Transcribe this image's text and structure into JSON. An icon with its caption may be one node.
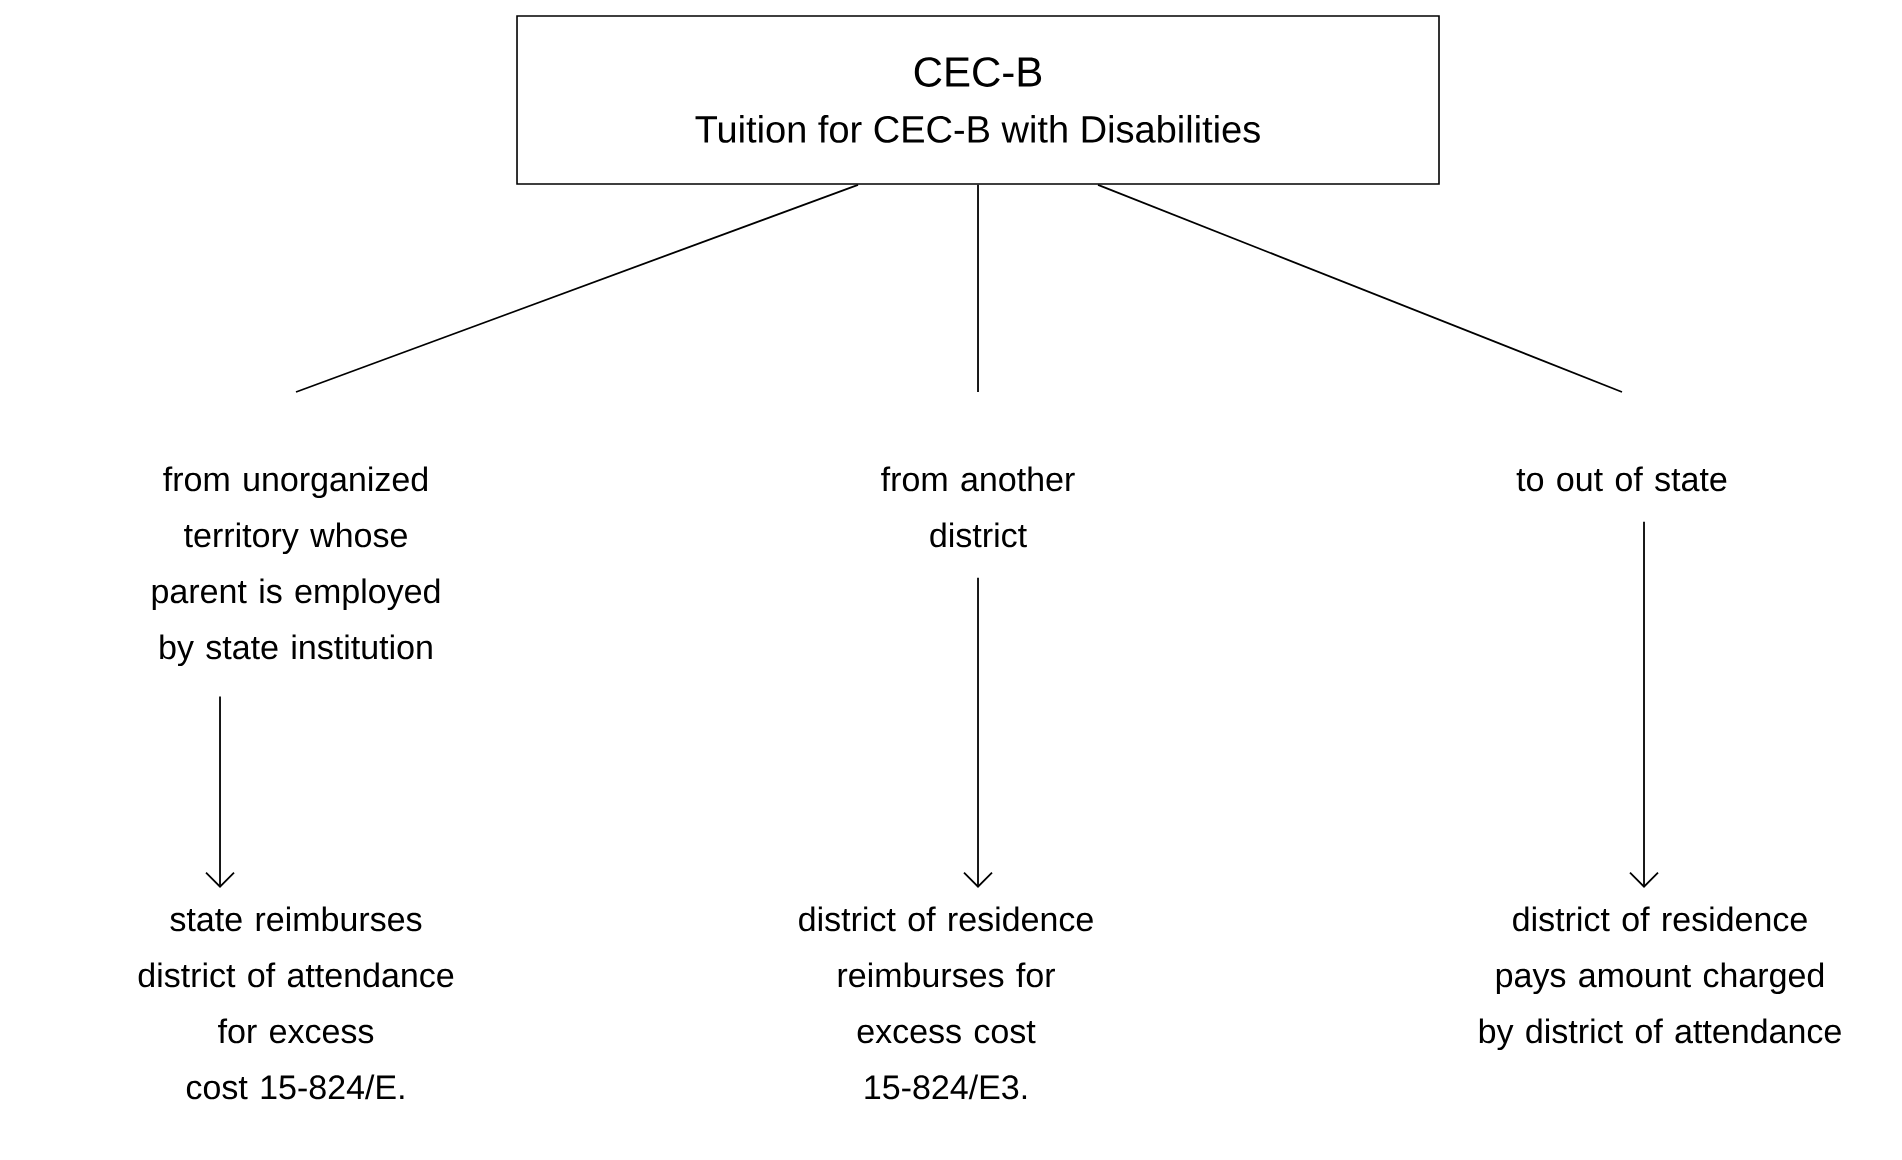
{
  "diagram": {
    "nodes": [
      {
        "text": [
          "CEC-B",
          "Tuition for CEC-B with Disabilities"
        ]
      },
      {
        "text": [
          "from unorganized territory whose parent is employed by state institution"
        ]
      },
      {
        "text": [
          "from another district"
        ]
      },
      {
        "text": [
          "to out of state"
        ]
      },
      {
        "text": [
          "state reimburses district of attendance for excess cost 15-824/E."
        ]
      },
      {
        "text": [
          "district of residence reimburses for excess cost 15-824/E3."
        ]
      },
      {
        "text": [
          "district of residence pays amount charged by district of attendance"
        ]
      }
    ],
    "edges": [
      {
        "from": 0,
        "to": 1,
        "arrow": "none"
      },
      {
        "from": 0,
        "to": 2,
        "arrow": "none"
      },
      {
        "from": 0,
        "to": 3,
        "arrow": "none"
      },
      {
        "from": 1,
        "to": 4,
        "arrow": "to"
      },
      {
        "from": 2,
        "to": 5,
        "arrow": "to"
      },
      {
        "from": 3,
        "to": 6,
        "arrow": "to"
      }
    ]
  }
}
